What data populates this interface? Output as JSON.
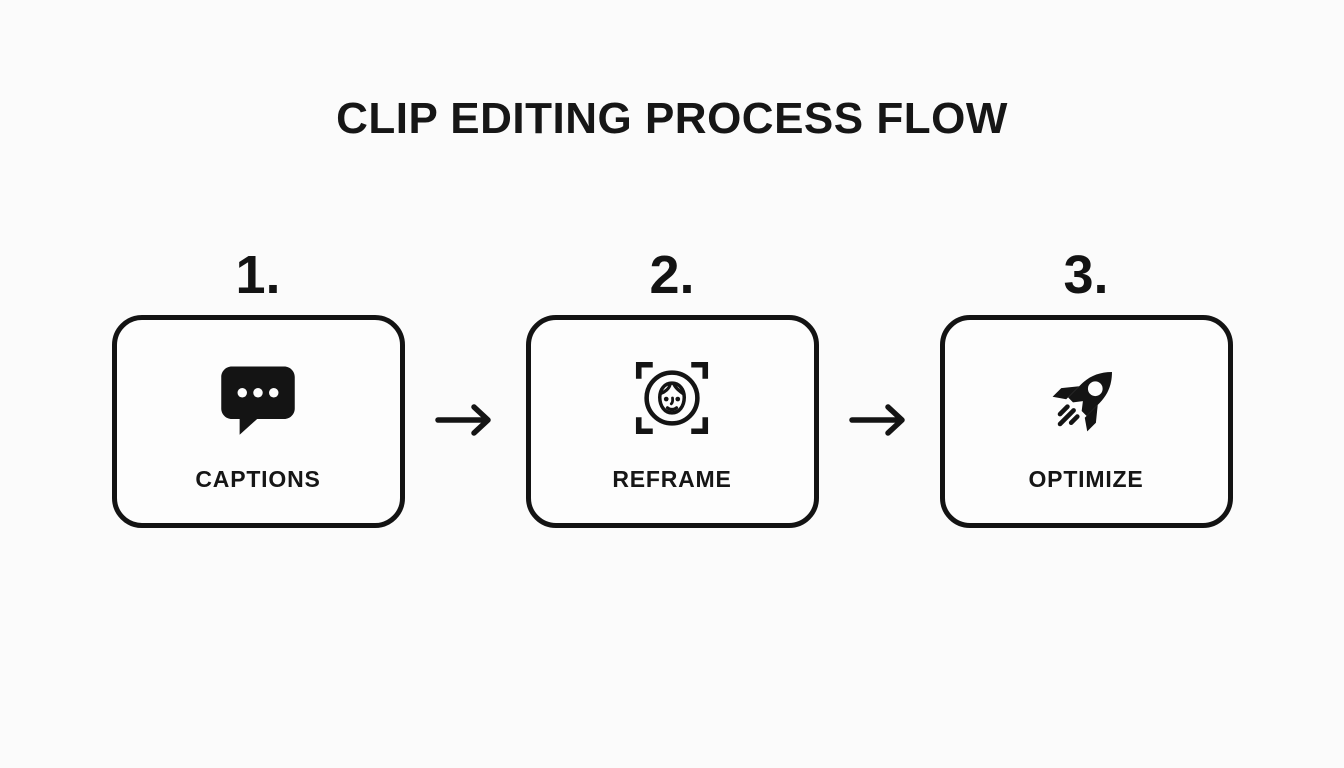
{
  "title": "CLIP EDITING PROCESS FLOW",
  "steps": [
    {
      "number": "1.",
      "label": "CAPTIONS",
      "icon": "speech-bubble-icon"
    },
    {
      "number": "2.",
      "label": "REFRAME",
      "icon": "face-detection-icon"
    },
    {
      "number": "3.",
      "label": "OPTIMIZE",
      "icon": "rocket-icon"
    }
  ],
  "connectors": [
    {
      "icon": "arrow-right-icon"
    },
    {
      "icon": "arrow-right-icon"
    }
  ],
  "colors": {
    "background": "#fbfbfb",
    "ink": "#141414",
    "box_background": "#fdfdfd",
    "box_border": "#131313"
  }
}
